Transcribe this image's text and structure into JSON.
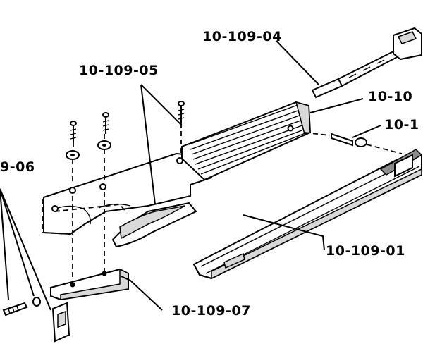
{
  "diagram": {
    "callouts": [
      {
        "id": "p04",
        "text": "10-109-04"
      },
      {
        "id": "p05",
        "text": "10-109-05"
      },
      {
        "id": "p03",
        "text": "10-10"
      },
      {
        "id": "p02",
        "text": "10-1"
      },
      {
        "id": "p06",
        "text": "9-06"
      },
      {
        "id": "p01",
        "text": "10-109-01"
      },
      {
        "id": "p07",
        "text": "10-109-07"
      }
    ]
  }
}
